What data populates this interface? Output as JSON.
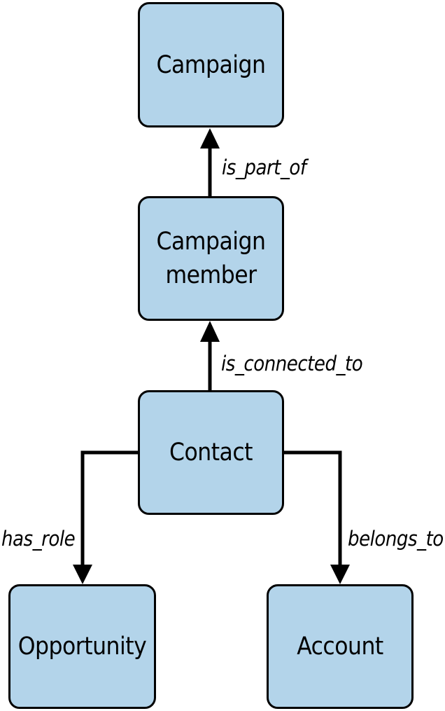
{
  "colors": {
    "node_fill": "#b3d4ea",
    "node_border": "#000000",
    "edge": "#000000",
    "text": "#000000"
  },
  "nodes": {
    "campaign": {
      "label": "Campaign"
    },
    "campaign_member": {
      "label": "Campaign\nmember"
    },
    "contact": {
      "label": "Contact"
    },
    "opportunity": {
      "label": "Opportunity"
    },
    "account": {
      "label": "Account"
    }
  },
  "edges": {
    "is_part_of": {
      "label": "is_part_of",
      "from": "campaign_member",
      "to": "campaign"
    },
    "is_connected_to": {
      "label": "is_connected_to",
      "from": "contact",
      "to": "campaign_member"
    },
    "has_role": {
      "label": "has_role",
      "from": "contact",
      "to": "opportunity"
    },
    "belongs_to": {
      "label": "belongs_to",
      "from": "contact",
      "to": "account"
    }
  }
}
